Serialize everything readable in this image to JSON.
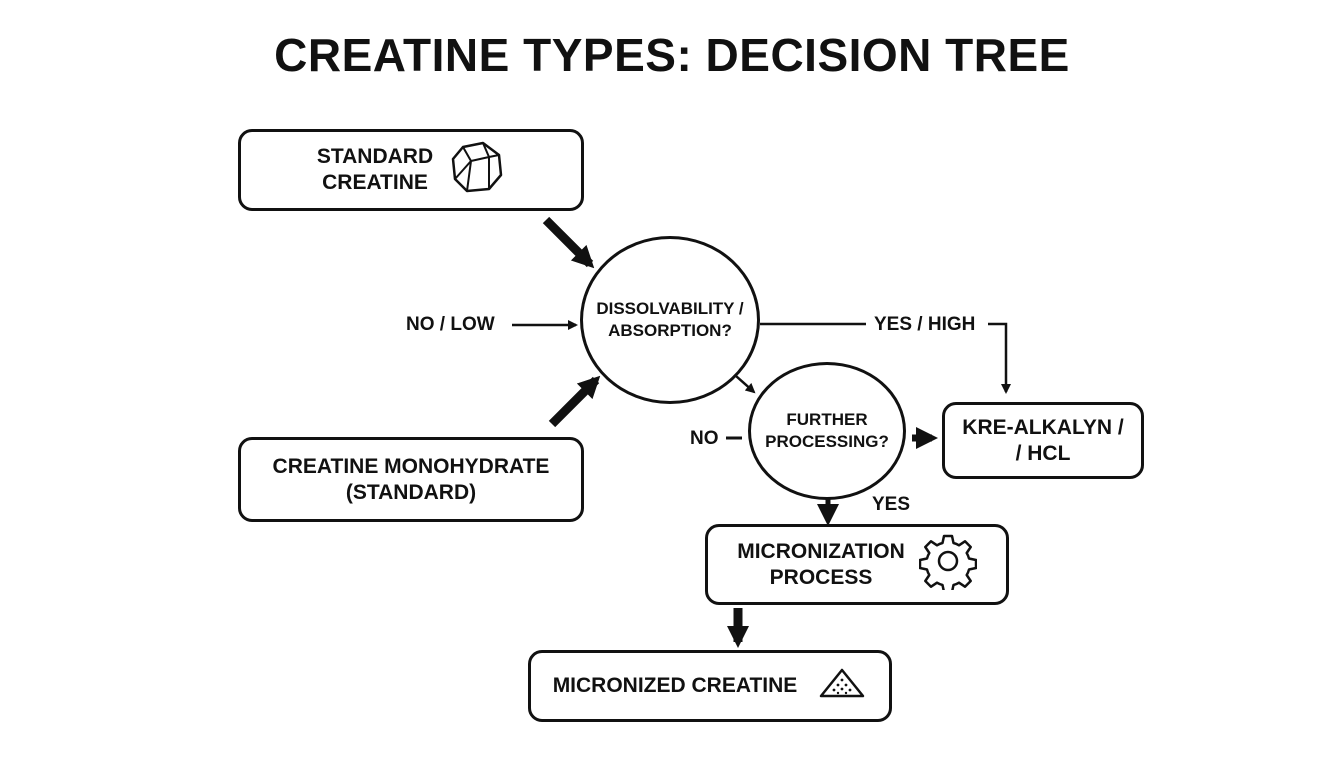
{
  "title": "CREATINE TYPES: DECISION TREE",
  "nodes": {
    "standard_creatine": {
      "line1": "STANDARD",
      "line2": "CREATINE",
      "icon": "crystal-rock-icon"
    },
    "creatine_monohydrate": {
      "line1": "CREATINE MONOHYDRATE",
      "line2": "(STANDARD)"
    },
    "dissolvability": {
      "line1": "DISSOLVABILITY /",
      "line2": "ABSORPTION?"
    },
    "further_processing": {
      "line1": "FURTHER",
      "line2": "PROCESSING?"
    },
    "kre_alkalyn": {
      "line1": "KRE-ALKALYN /",
      "line2": "/ HCL"
    },
    "micronization": {
      "line1": "MICRONIZATION",
      "line2": "PROCESS",
      "icon": "gear-icon"
    },
    "micronized": {
      "line1": "MICRONIZED CREATINE",
      "icon": "powder-pile-icon"
    }
  },
  "edge_labels": {
    "no_low": "NO / LOW",
    "yes_high": "YES / HIGH",
    "no": "NO",
    "yes": "YES"
  },
  "colors": {
    "stroke": "#111111",
    "background": "#ffffff"
  }
}
